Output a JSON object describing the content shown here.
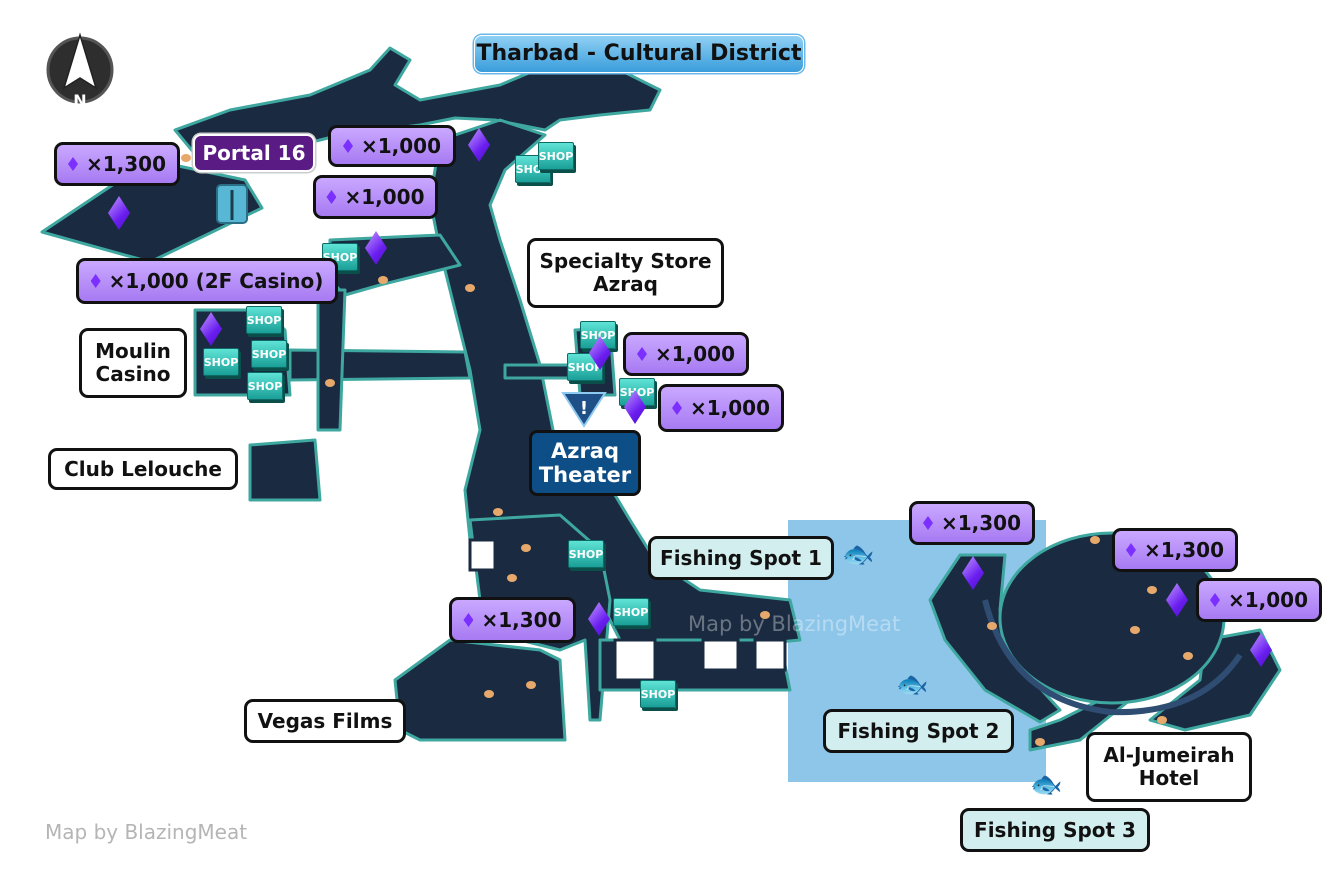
{
  "map": {
    "title": "Tharbad - Cultural District",
    "portal": "Portal 16",
    "watermark": "Map by BlazingMeat",
    "watermark_overlay": "Map by BlazingMeat",
    "compass": "N",
    "theater": "Azraq\nTheater",
    "locations": [
      {
        "name": "Specialty Store\nAzraq"
      },
      {
        "name": "Moulin\nCasino"
      },
      {
        "name": "Club Lelouche"
      },
      {
        "name": "Vegas Films"
      },
      {
        "name": "Al-Jumeirah\nHotel"
      }
    ],
    "fishing": [
      {
        "name": "Fishing Spot 1"
      },
      {
        "name": "Fishing Spot 2"
      },
      {
        "name": "Fishing Spot 3"
      }
    ],
    "gems": [
      {
        "text": "×1,300"
      },
      {
        "text": "×1,000"
      },
      {
        "text": "×1,000"
      },
      {
        "text": "×1,000 (2F Casino)"
      },
      {
        "text": "×1,000"
      },
      {
        "text": "×1,000"
      },
      {
        "text": "×1,300"
      },
      {
        "text": "×1,300"
      },
      {
        "text": "×1,300"
      },
      {
        "text": "×1,000"
      }
    ],
    "shop_label": "SHOP",
    "colors": {
      "road": "#1a2a40",
      "road_edge": "#3ea7a0",
      "water": "#8ec6ea",
      "gem_label": "#b08af7",
      "title_bar": "#4aa7e0",
      "portal_label": "#5a1b84",
      "theater_label": "#0e4e86"
    },
    "icons": [
      "compass-icon",
      "shop-icon",
      "gem-icon",
      "fish-icon",
      "portal-icon",
      "quest-marker-icon"
    ]
  }
}
